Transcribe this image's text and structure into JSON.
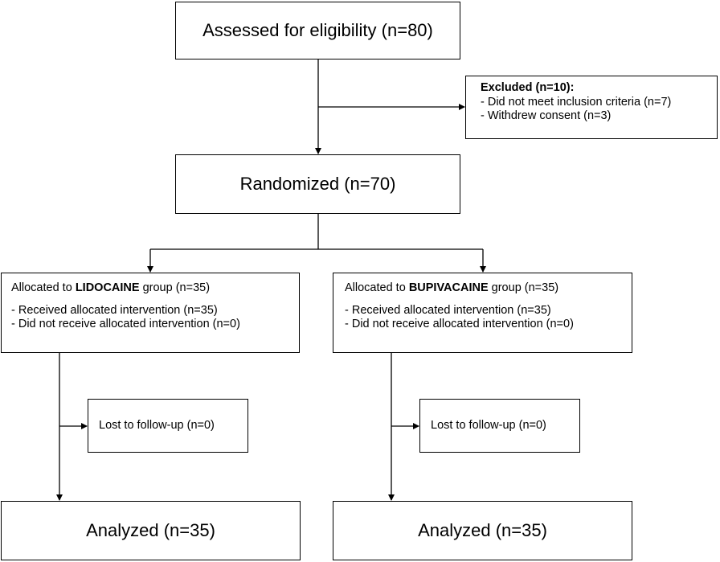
{
  "assessed": {
    "label": "Assessed for eligibility (n=80)"
  },
  "excluded": {
    "title": "Excluded (n=10):",
    "items": [
      "- Did not meet inclusion criteria (n=7)",
      "- Withdrew consent (n=3)"
    ]
  },
  "randomized": {
    "label": "Randomized (n=70)"
  },
  "arms": [
    {
      "alloc_prefix": "Allocated to ",
      "group_name": "LIDOCAINE",
      "alloc_suffix": " group (n=35)",
      "items": [
        "- Received allocated intervention (n=35)",
        "- Did not receive allocated intervention (n=0)"
      ],
      "lost": "Lost to follow-up (n=0)",
      "analyzed": "Analyzed (n=35)"
    },
    {
      "alloc_prefix": "Allocated to ",
      "group_name": "BUPIVACAINE",
      "alloc_suffix": " group (n=35)",
      "items": [
        "- Received allocated intervention (n=35)",
        "- Did not receive allocated intervention (n=0)"
      ],
      "lost": "Lost to follow-up (n=0)",
      "analyzed": "Analyzed (n=35)"
    }
  ],
  "colors": {
    "line": "#000000",
    "background": "#ffffff"
  }
}
